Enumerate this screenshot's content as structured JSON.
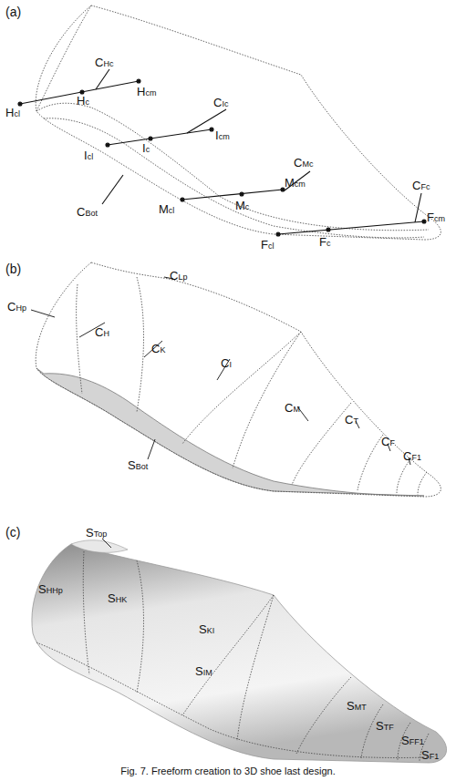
{
  "diagram": {
    "caption": "Fig. 7. Freeform creation to 3D shoe last design.",
    "labels": [
      "(a)",
      "CHc",
      "Hc",
      "Hcm",
      "Hcl",
      "CIc",
      "Ic",
      "Icm",
      "Icl",
      "CBot",
      "CMc",
      "Mcm",
      "Mc",
      "Mcl",
      "CFc",
      "Fcm",
      "Fcl",
      "Fc",
      "(b)",
      "CLp",
      "CHp",
      "CH",
      "CK",
      "CI",
      "SBot",
      "CM",
      "CT",
      "CF",
      "CF1",
      "(c)",
      "STop",
      "SHHp",
      "SHK",
      "SKI",
      "SIM",
      "SMT",
      "STF",
      "SFF1",
      "SF1"
    ]
  }
}
